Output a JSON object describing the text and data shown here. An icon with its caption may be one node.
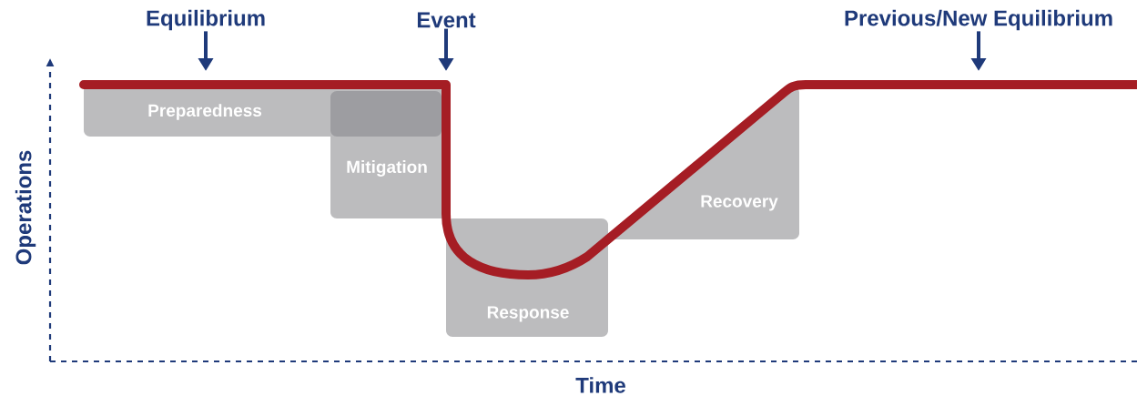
{
  "diagram": {
    "nodes": [
      {
        "text": [
          "Equilibrium"
        ]
      },
      {
        "text": [
          "Event"
        ]
      },
      {
        "text": [
          "Previous/New Equilibrium"
        ]
      },
      {
        "text": [
          "Preparedness"
        ]
      },
      {
        "text": [
          "Mitigation"
        ]
      },
      {
        "text": [
          "Response"
        ]
      },
      {
        "text": [
          "Recovery"
        ]
      }
    ],
    "edges": [
      {
        "from": 0,
        "to": null,
        "arrow": "to"
      },
      {
        "from": 1,
        "to": null,
        "arrow": "to"
      },
      {
        "from": 2,
        "to": null,
        "arrow": "to"
      }
    ],
    "labels": [
      "Operations",
      "Time"
    ]
  }
}
